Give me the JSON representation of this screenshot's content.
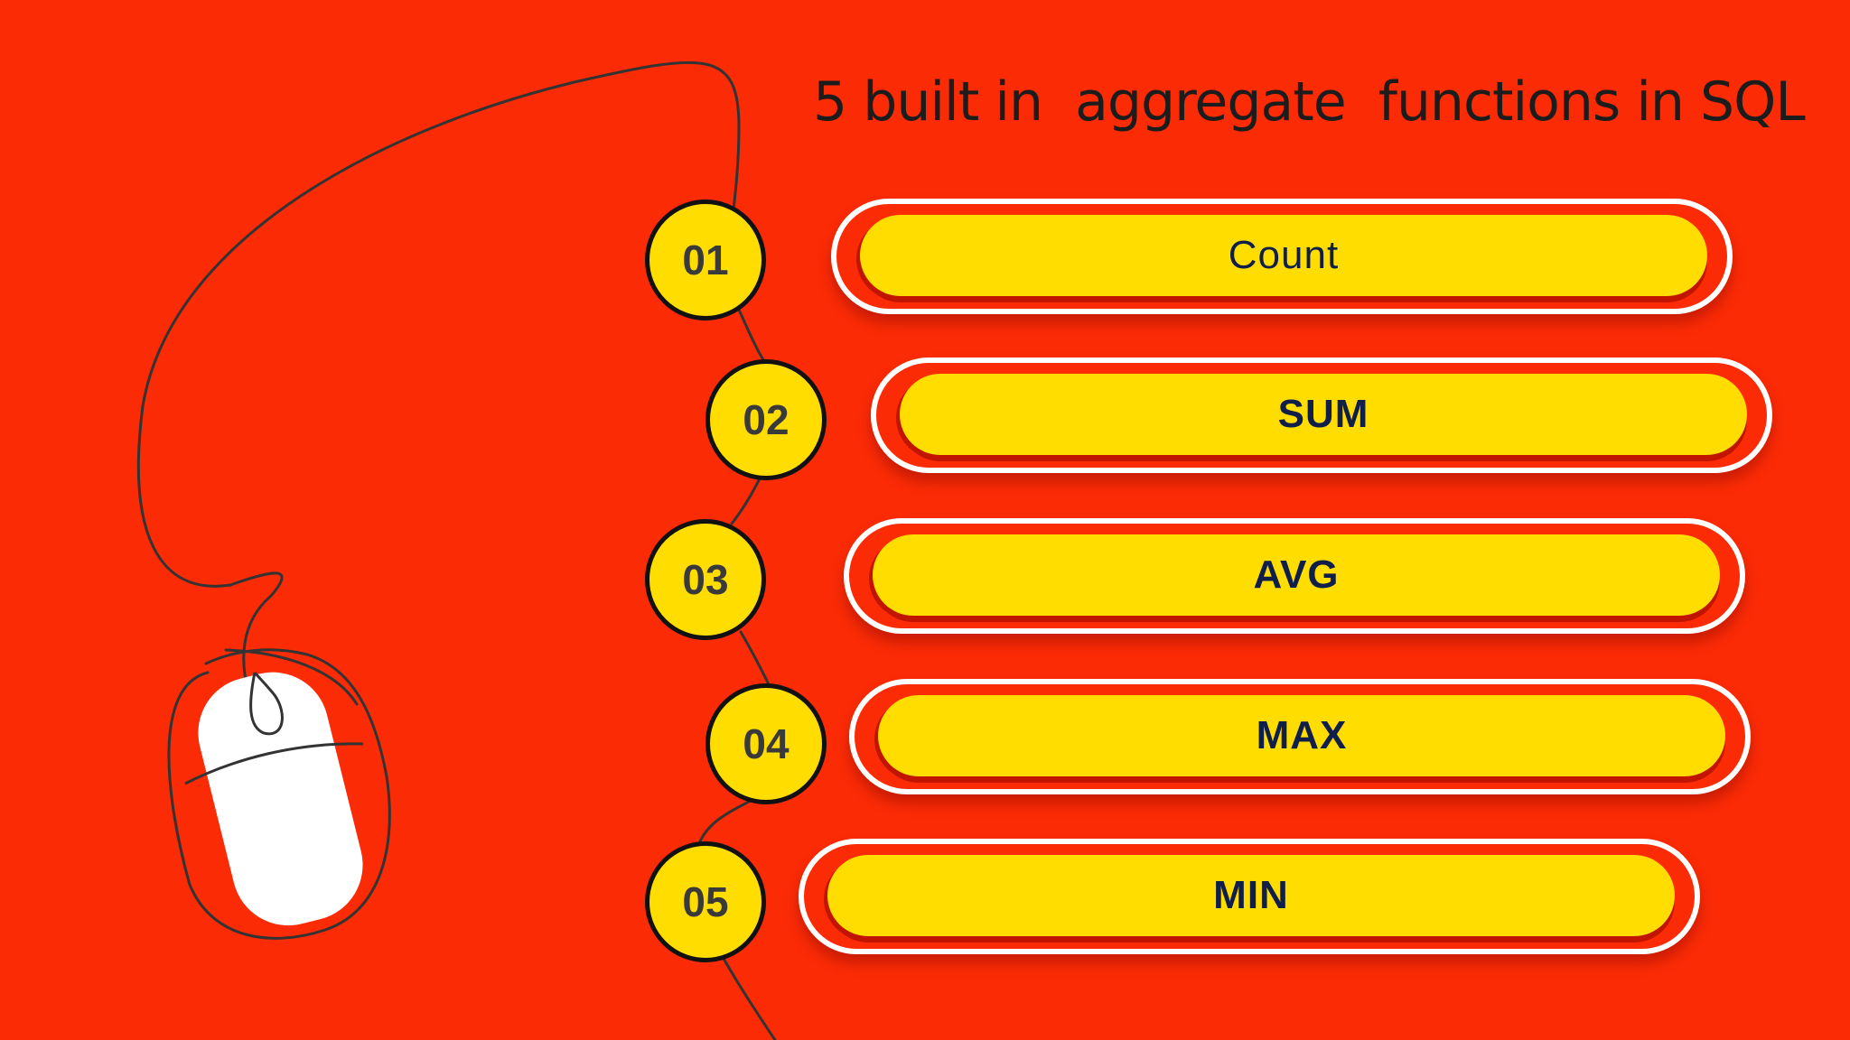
{
  "title": "5 built in  aggregate  functions in SQL",
  "colors": {
    "background": "#fb2b06",
    "accent": "#ffdd00",
    "label": "#0f1f4a",
    "outline": "#ffffff"
  },
  "items": [
    {
      "number": "01",
      "label": "Count"
    },
    {
      "number": "02",
      "label": "SUM"
    },
    {
      "number": "03",
      "label": "AVG"
    },
    {
      "number": "04",
      "label": "MAX"
    },
    {
      "number": "05",
      "label": "MIN"
    }
  ],
  "decoration": {
    "icon": "computer-mouse-icon"
  }
}
